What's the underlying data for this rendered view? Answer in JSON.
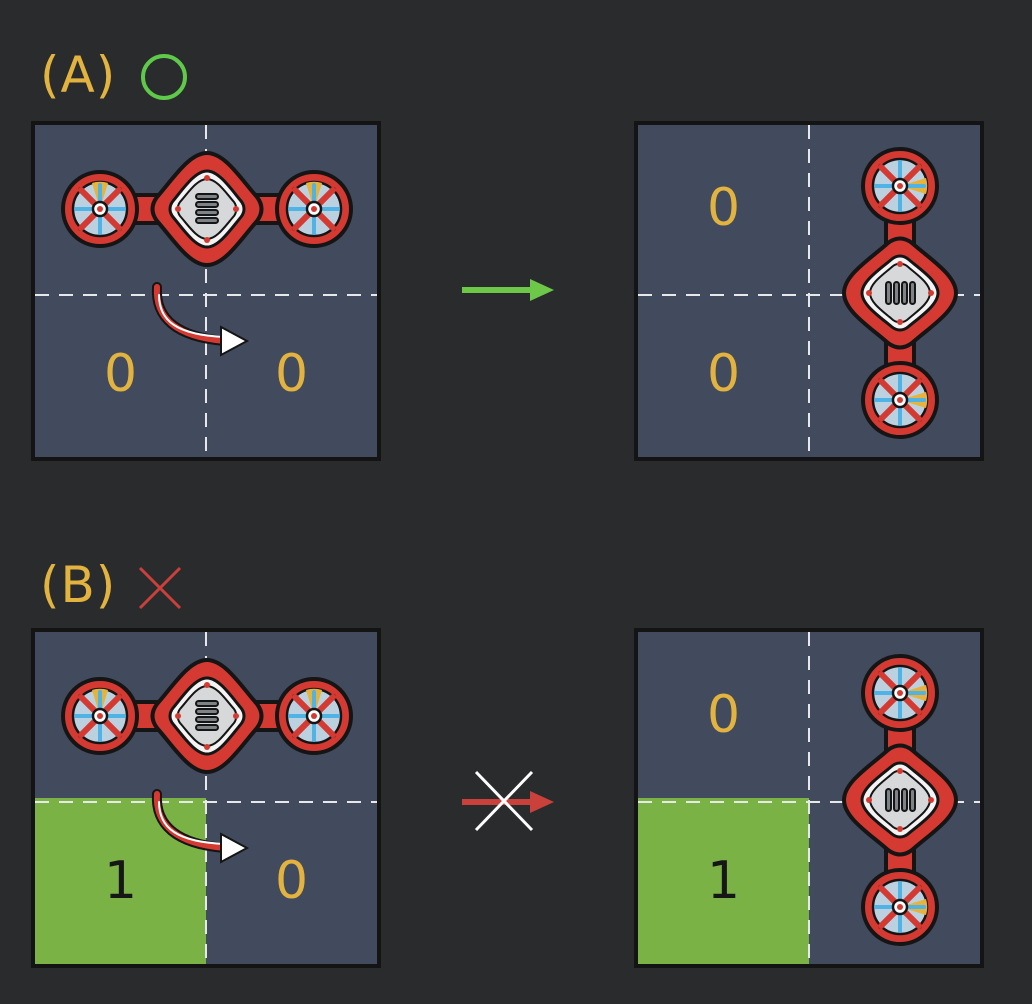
{
  "panel_a": {
    "label": "(A)",
    "status_icon": "circle-icon",
    "status_color": "#5fc94a",
    "before": {
      "cells": {
        "bottom_left": "0",
        "bottom_right": "0"
      }
    },
    "after": {
      "cells": {
        "top_left": "0",
        "bottom_left": "0"
      }
    },
    "transition_icon": "arrow-right-icon",
    "transition_color": "#6dc84a"
  },
  "panel_b": {
    "label": "(B)",
    "status_icon": "cross-icon",
    "status_color": "#c9413a",
    "before": {
      "cells": {
        "bottom_left": "1",
        "bottom_right": "0"
      }
    },
    "after": {
      "cells": {
        "top_left": "0",
        "bottom_left": "1"
      }
    },
    "transition_icon": "crossed-arrow-icon",
    "transition_color": "#c9413a"
  },
  "colors": {
    "board": "#414b5d",
    "occupied_cell": "#7bb245",
    "label": "#e3b33f",
    "drone_body": "#d43a32"
  }
}
